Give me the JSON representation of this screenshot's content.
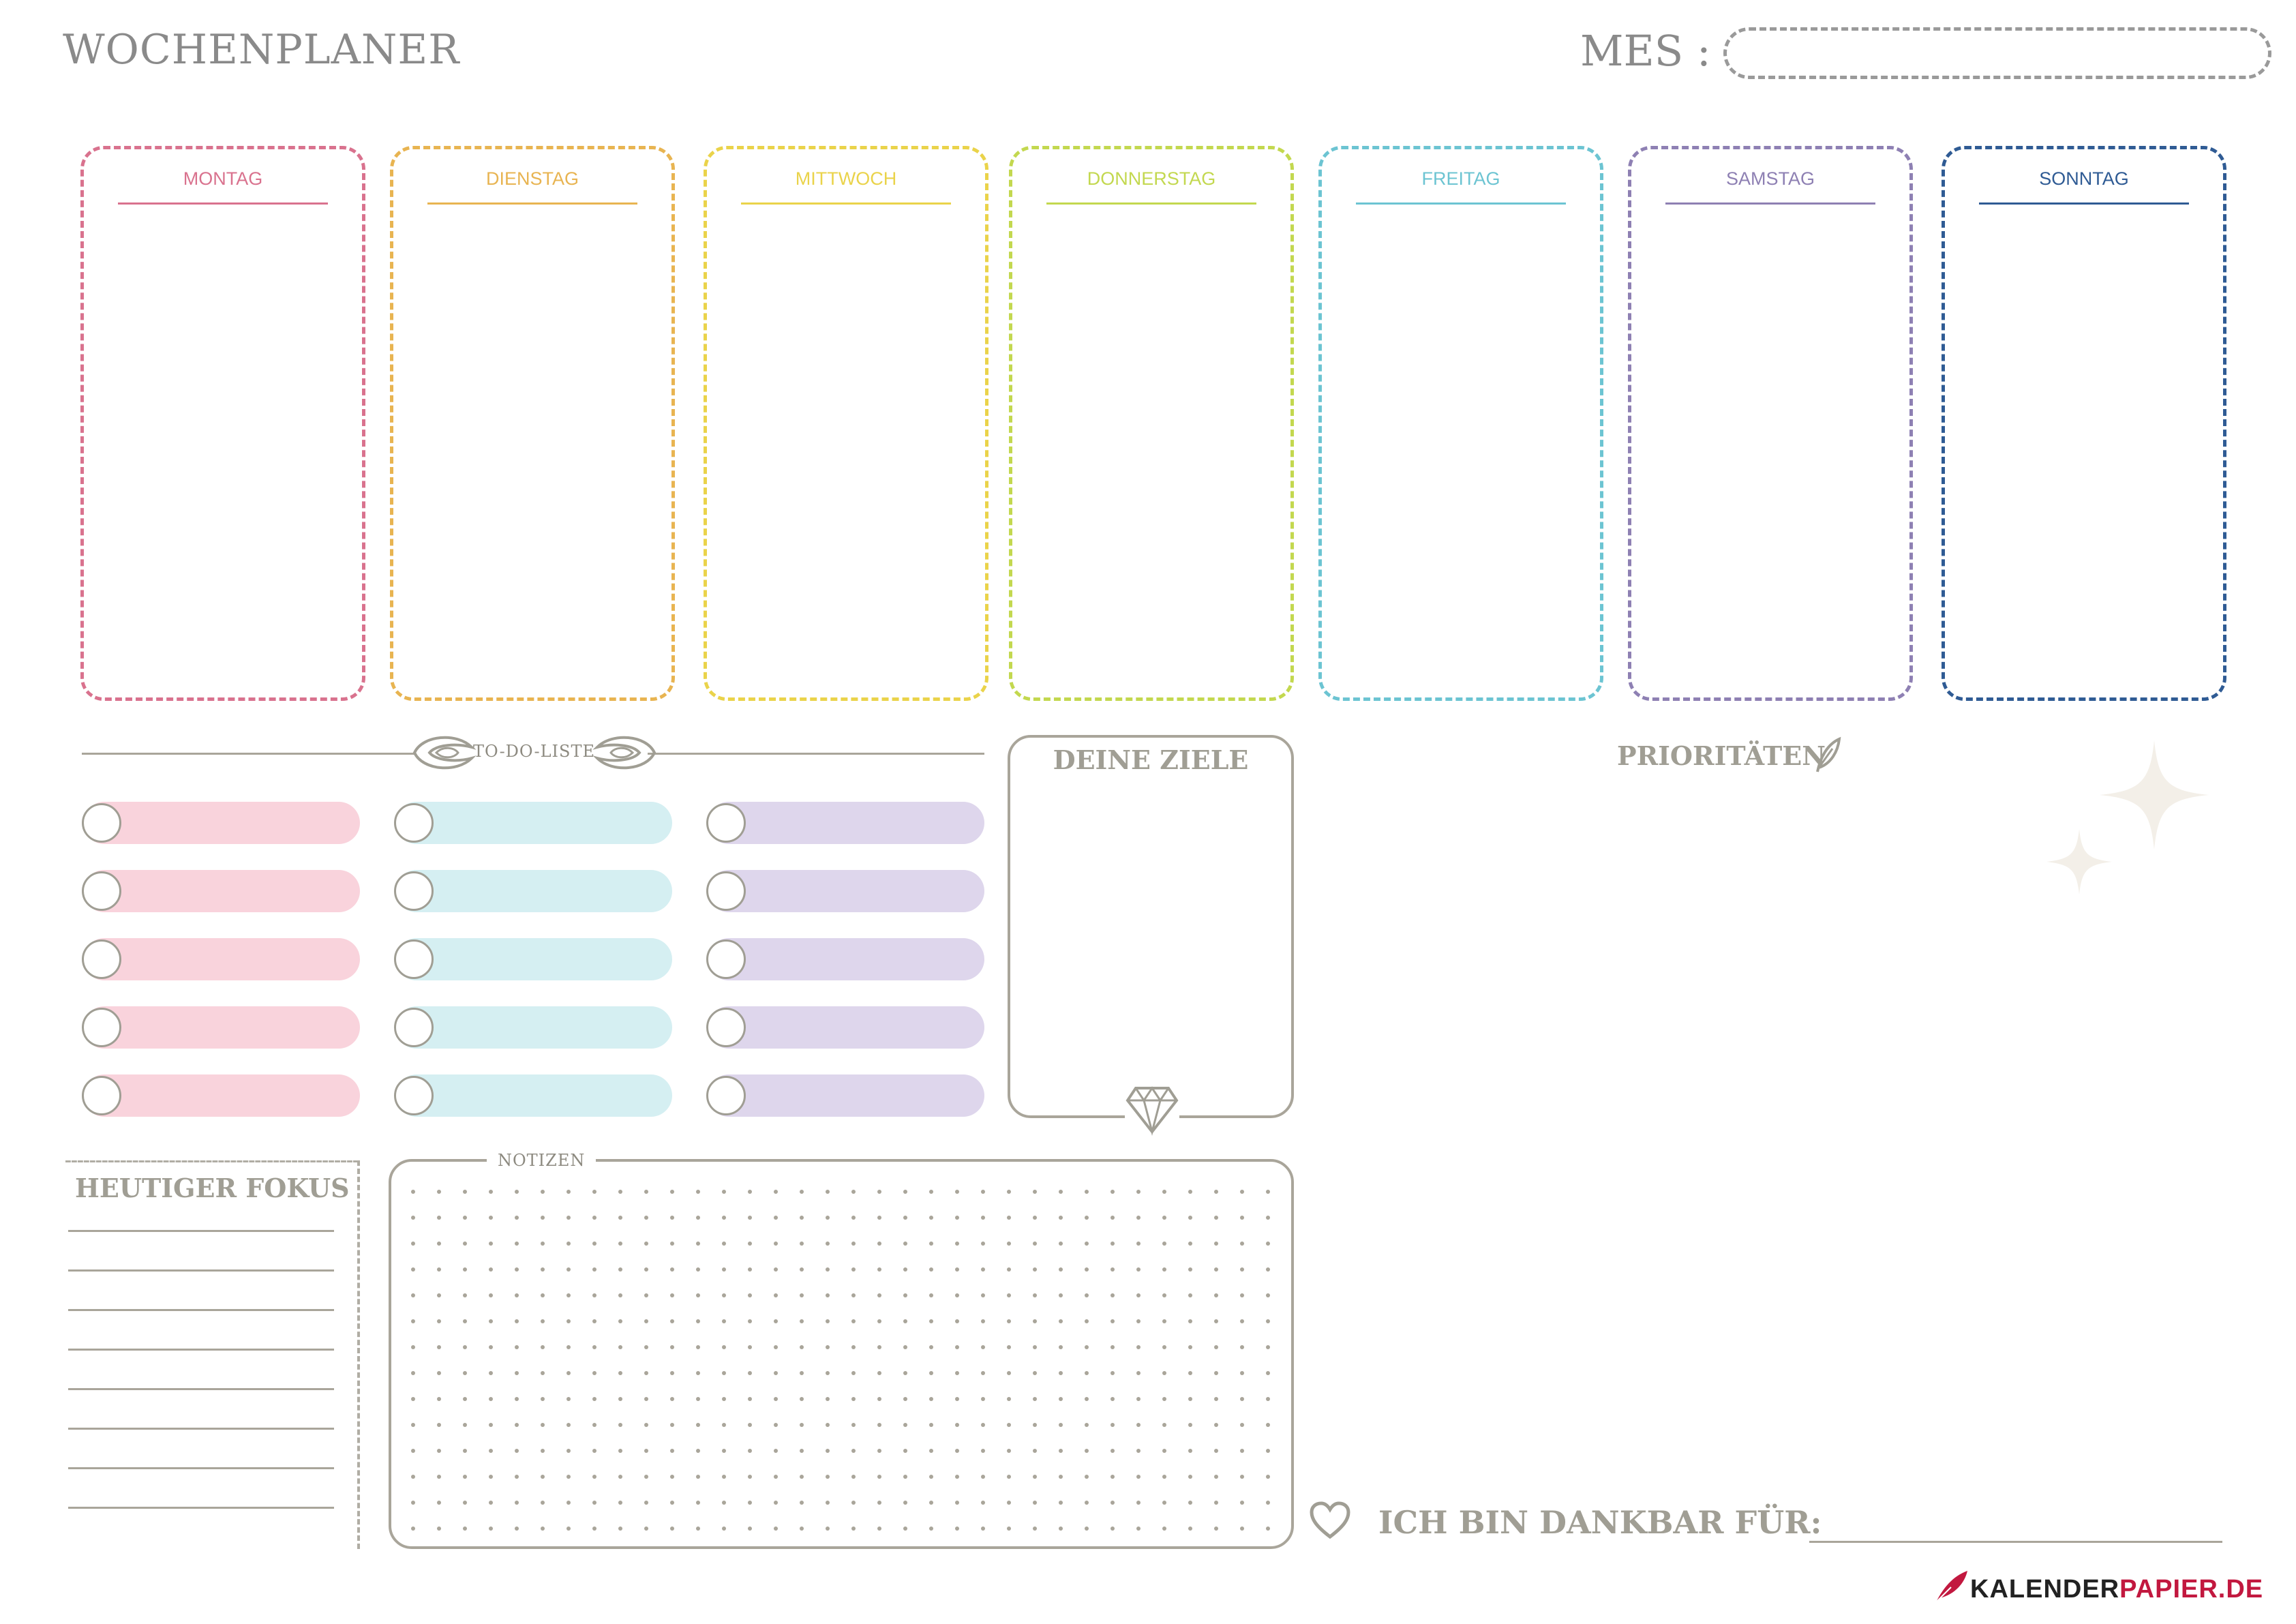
{
  "header": {
    "title": "WOCHENPLANER",
    "mes_label": "MES :"
  },
  "days": [
    {
      "label": "MONTAG",
      "color": "#d9728e"
    },
    {
      "label": "DIENSTAG",
      "color": "#e8b451"
    },
    {
      "label": "MITTWOCH",
      "color": "#ead34a"
    },
    {
      "label": "DONNERSTAG",
      "color": "#c3d84f"
    },
    {
      "label": "FREITAG",
      "color": "#6cc4d2"
    },
    {
      "label": "SAMSTAG",
      "color": "#8e80b3"
    },
    {
      "label": "SONNTAG",
      "color": "#2f5b94"
    }
  ],
  "todo": {
    "title": "TO-DO-LISTE",
    "columns": [
      {
        "color": "#f9d3dc",
        "rows": 5
      },
      {
        "color": "#d5eff2",
        "rows": 5
      },
      {
        "color": "#ded6ec",
        "rows": 5
      }
    ]
  },
  "goals": {
    "title": "DEINE ZIELE"
  },
  "priorities": {
    "title": "PRIORITÄTEN"
  },
  "focus": {
    "title": "HEUTIGER FOKUS"
  },
  "notes": {
    "title": "NOTIZEN"
  },
  "gratitude": {
    "title": "ICH BIN DANKBAR FÜR:"
  },
  "brand": {
    "part1": "KALENDER",
    "part2": "PAPIER.DE",
    "color1": "#222222",
    "color2": "#c2183f"
  },
  "colors": {
    "grey": "#a09e94",
    "line": "#a9a59a",
    "sparkle": "#f3efe8"
  }
}
